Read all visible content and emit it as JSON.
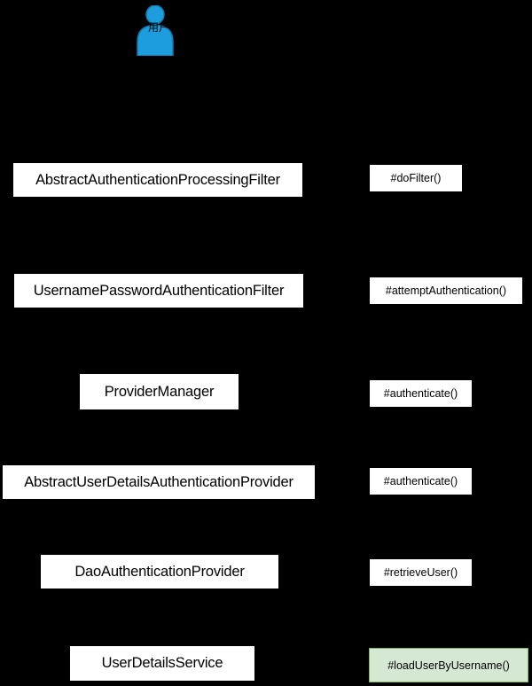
{
  "diagram": {
    "background_color": "#000000",
    "actor": {
      "label": "用户",
      "fill_color": "#1e9dde",
      "outline_color": "#1278ab"
    },
    "class_boxes": [
      {
        "label": "AbstractAuthenticationProcessingFilter",
        "fill_color": "#ffffff"
      },
      {
        "label": "UsernamePasswordAuthenticationFilter",
        "fill_color": "#ffffff"
      },
      {
        "label": "ProviderManager",
        "fill_color": "#ffffff"
      },
      {
        "label": "AbstractUserDetailsAuthenticationProvider",
        "fill_color": "#ffffff"
      },
      {
        "label": "DaoAuthenticationProvider",
        "fill_color": "#ffffff"
      },
      {
        "label": "UserDetailsService",
        "fill_color": "#ffffff"
      }
    ],
    "method_boxes": [
      {
        "label": "#doFilter()",
        "fill_color": "#ffffff"
      },
      {
        "label": "#attemptAuthentication()",
        "fill_color": "#ffffff"
      },
      {
        "label": "#authenticate()",
        "fill_color": "#ffffff"
      },
      {
        "label": "#authenticate()",
        "fill_color": "#ffffff"
      },
      {
        "label": "#retrieveUser()",
        "fill_color": "#ffffff"
      },
      {
        "label": "#loadUserByUsername()",
        "fill_color": "#d5e8d4",
        "border_color": "#82b366"
      }
    ]
  }
}
